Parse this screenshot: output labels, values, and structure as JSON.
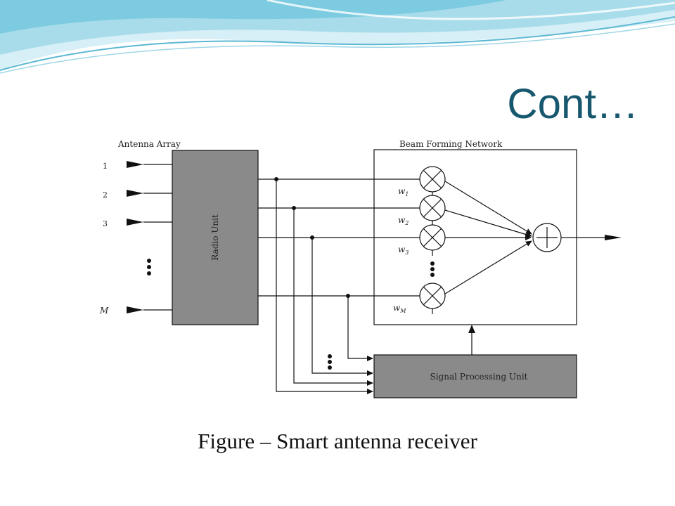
{
  "slide": {
    "title": "Cont…",
    "caption": "Figure – Smart antenna receiver"
  },
  "diagram": {
    "antenna_array_label": "Antenna Array",
    "beam_forming_label": "Beam Forming Network",
    "radio_unit_label": "Radio Unit",
    "signal_processing_label": "Signal Processing Unit",
    "antenna_inputs": [
      "1",
      "2",
      "3",
      "M"
    ],
    "weights": [
      {
        "base": "w",
        "sub": "1"
      },
      {
        "base": "w",
        "sub": "2"
      },
      {
        "base": "w",
        "sub": "3"
      },
      {
        "base": "w",
        "sub": "M"
      }
    ]
  },
  "colors": {
    "title": "#17586e",
    "box_fill": "#8a8a8a",
    "line": "#111111",
    "wave_light": "#bfe6f0",
    "wave_mid": "#7fcde0"
  }
}
